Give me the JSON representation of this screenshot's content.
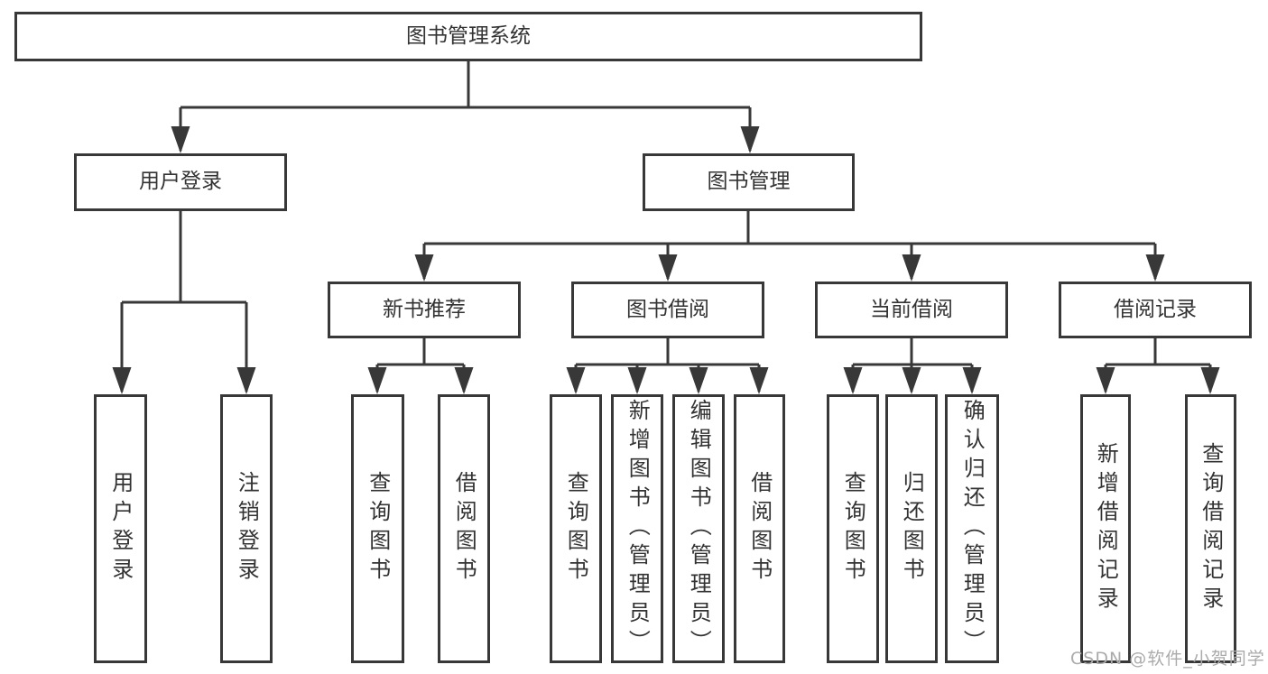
{
  "root": {
    "label": "图书管理系统",
    "children": [
      {
        "label": "用户登录",
        "children": [
          {
            "label": "用户登录"
          },
          {
            "label": "注销登录"
          }
        ]
      },
      {
        "label": "图书管理",
        "children": [
          {
            "label": "新书推荐",
            "children": [
              {
                "label": "查询图书"
              },
              {
                "label": "借阅图书"
              }
            ]
          },
          {
            "label": "图书借阅",
            "children": [
              {
                "label": "查询图书"
              },
              {
                "label": "新增图书（管理员）"
              },
              {
                "label": "编辑图书（管理员）"
              },
              {
                "label": "借阅图书"
              }
            ]
          },
          {
            "label": "当前借阅",
            "children": [
              {
                "label": "查询图书"
              },
              {
                "label": "归还图书"
              },
              {
                "label": "确认归还（管理员）"
              }
            ]
          },
          {
            "label": "借阅记录",
            "children": [
              {
                "label": "新增借阅记录"
              },
              {
                "label": "查询借阅记录"
              }
            ]
          }
        ]
      }
    ]
  },
  "watermark": {
    "text": "CSDN @软件_小贺同学"
  },
  "colors": {
    "line": "#383838",
    "text": "#333333",
    "watermark": "#ababab"
  }
}
